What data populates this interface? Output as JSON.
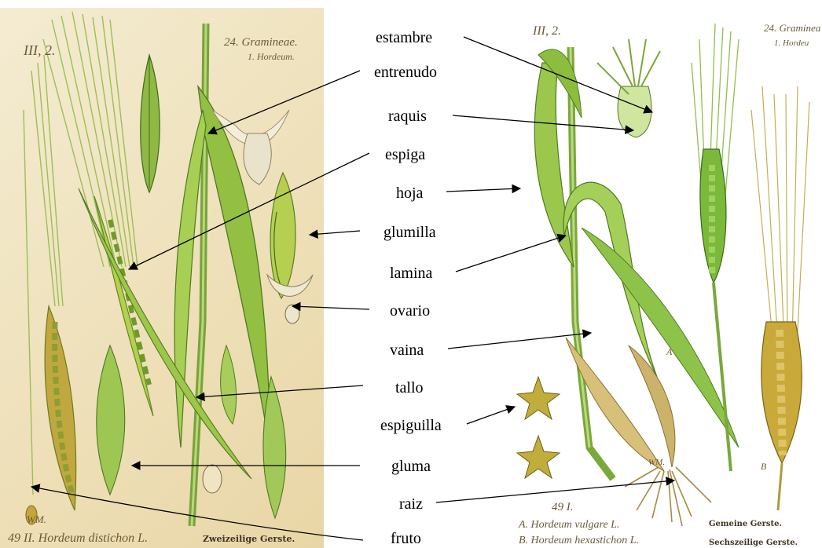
{
  "left_plate": {
    "number_top_left": "III, 2.",
    "number_top_right": "24. Gramineae.",
    "subtitle": "1. Hordeum.",
    "species": "49 II. Hordeum distichon L.",
    "common_name": "Zweizeilige Gerste.",
    "monogram": "WM."
  },
  "right_plate": {
    "number_top_left": "III, 2.",
    "number_top_right": "24. Graminea",
    "subtitle": "1. Hordeu",
    "plate_number": "49 I.",
    "species_a": "A. Hordeum vulgare L.",
    "species_b": "B. Hordeum hexastichon L.",
    "common_a": "Gemeine Gerste.",
    "common_b": "Sechszeilige Gerste.",
    "monogram": "WM.",
    "fig_a": "A",
    "fig_b": "B"
  },
  "labels": {
    "estambre": "estambre",
    "entrenudo": "entrenudo",
    "raquis": "raquis",
    "espiga": "espiga",
    "hoja": "hoja",
    "glumilla": "glumilla",
    "lamina": "lamina",
    "ovario": "ovario",
    "vaina": "vaina",
    "tallo": "tallo",
    "espiguilla": "espiguilla",
    "gluma": "gluma",
    "raiz": "raiz",
    "fruto": "fruto"
  },
  "colors": {
    "leaf": "#8db83a",
    "leaf_dark": "#4f7a1f",
    "grain": "#b9a23a",
    "root": "#a0843f",
    "paper": "#efe2bd"
  }
}
